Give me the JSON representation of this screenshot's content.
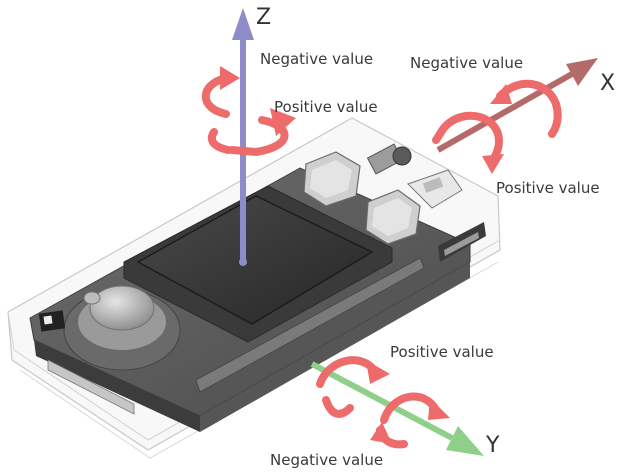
{
  "labels": {
    "z_axis": "Z",
    "x_axis": "X",
    "y_axis": "Y",
    "z_negative": "Negative value",
    "z_positive": "Positive value",
    "x_negative": "Negative value",
    "x_positive": "Positive value",
    "y_positive": "Positive value",
    "y_negative": "Negative value"
  },
  "colors": {
    "z_axis": "#8e8cc8",
    "x_axis": "#b56a6a",
    "y_axis": "#8fcf8a",
    "rotation_arrow": "#ee6b6b",
    "device_body": "#5a5a5a",
    "screen": "#2f2f2f",
    "case_outline": "#c8c8c8"
  },
  "icons": {
    "z_rotation": "curved-arrow-icon",
    "x_rotation": "curved-arrow-icon",
    "y_rotation": "curved-arrow-icon"
  }
}
